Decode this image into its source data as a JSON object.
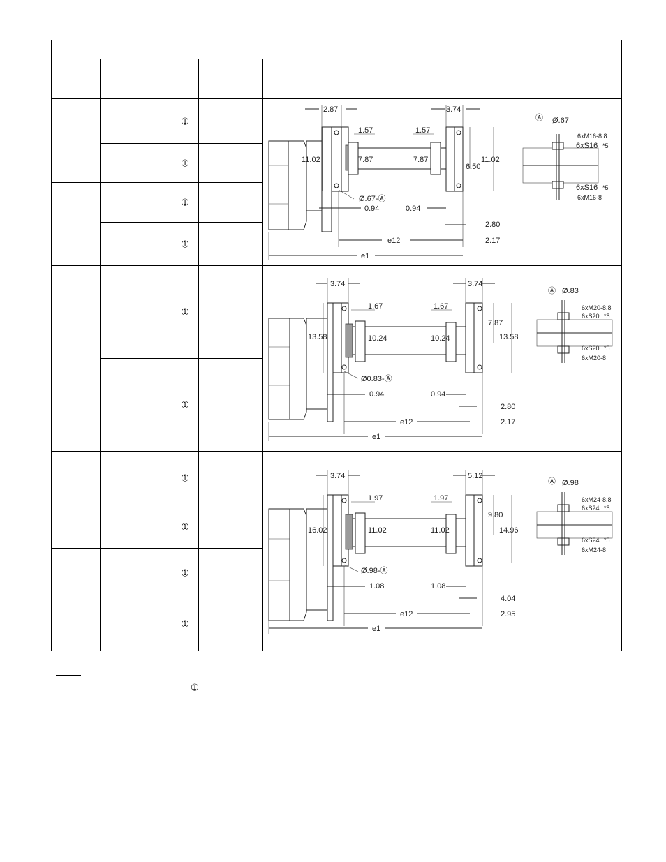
{
  "symbol": "➀",
  "drawings": [
    {
      "top_left": "2.87",
      "top_right": "3.74",
      "inner_left": "1.57",
      "inner_right": "1.57",
      "height_left": "11.02",
      "shaft_left": "7.87",
      "shaft_right": "7.87",
      "height_small": "6.50",
      "height_right": "11.02",
      "hole_label": "Ø.67-Ⓐ",
      "gap_left": "0.94",
      "gap_right": "0.94",
      "side_a": "2.80",
      "side_b": "2.17",
      "e12": "e12",
      "e1": "e1",
      "detail_mark": "Ⓐ",
      "detail_dia": "Ø.67",
      "bolt_top": "6xM16-8.8",
      "washer_top": "6xS16",
      "washer_bot": "6xS16",
      "bolt_bot": "6xM16-8",
      "star": "*5"
    },
    {
      "top_left": "3.74",
      "top_right": "3.74",
      "inner_left": "1.67",
      "inner_right": "1.67",
      "height_left": "13.58",
      "shaft_left": "10.24",
      "shaft_right": "10.24",
      "height_small": "7.87",
      "height_right": "13.58",
      "hole_label": "Ø0.83-Ⓐ",
      "gap_left": "0.94",
      "gap_right": "0.94",
      "side_a": "2.80",
      "side_b": "2.17",
      "e12": "e12",
      "e1": "e1",
      "detail_mark": "Ⓐ",
      "detail_dia": "Ø.83",
      "bolt_top": "6xM20-8.8",
      "washer_top": "6xS20",
      "washer_bot": "6xS20",
      "bolt_bot": "6xM20-8",
      "star": "*5"
    },
    {
      "top_left": "3.74",
      "top_right": "5.12",
      "inner_left": "1.97",
      "inner_right": "1.97",
      "height_left": "16.02",
      "shaft_left": "11.02",
      "shaft_right": "11.02",
      "height_small": "9.80",
      "height_right": "14.96",
      "hole_label": "Ø.98-Ⓐ",
      "gap_left": "1.08",
      "gap_right": "1.08",
      "side_a": "4.04",
      "side_b": "2.95",
      "e12": "e12",
      "e1": "e1",
      "detail_mark": "Ⓐ",
      "detail_dia": "Ø.98",
      "bolt_top": "6xM24-8.8",
      "washer_top": "6xS24",
      "washer_bot": "6xS24",
      "bolt_bot": "6xM24-8",
      "star": "*5"
    }
  ]
}
